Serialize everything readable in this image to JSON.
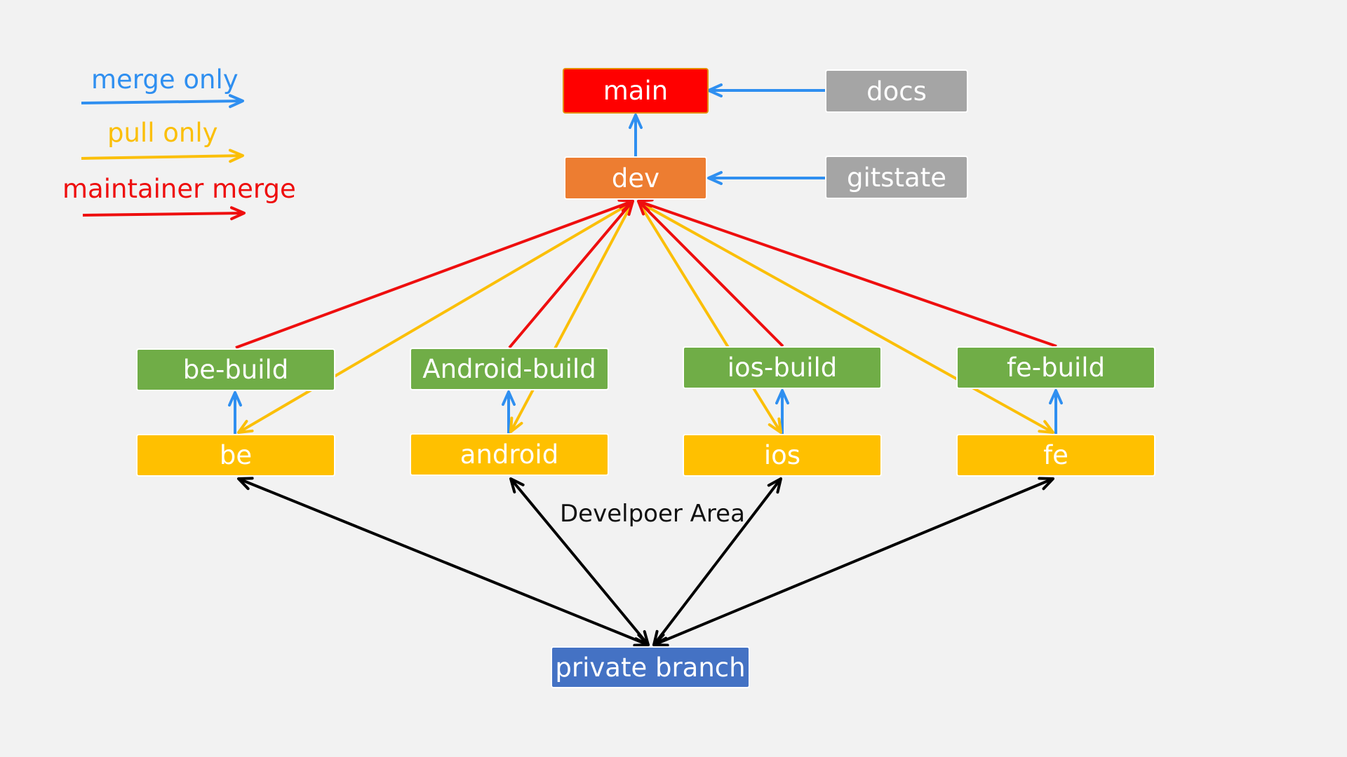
{
  "colors": {
    "merge_only": "#2f8ff0",
    "pull_only": "#fbbf08",
    "maintainer_merge": "#ee0e0e",
    "developer_link": "#000000",
    "main": "#ff0000",
    "dev": "#ed7d31",
    "side": "#a5a5a5",
    "build": "#70ad47",
    "feature": "#ffc000",
    "private": "#4472c4",
    "background": "#f2f2f2"
  },
  "legend": {
    "merge_only": "merge only",
    "pull_only": "pull only",
    "maintainer_merge": "maintainer merge"
  },
  "nodes": {
    "main": "main",
    "dev": "dev",
    "docs": "docs",
    "gitstate": "gitstate",
    "be_build": "be-build",
    "android_build": "Android-build",
    "ios_build": "ios-build",
    "fe_build": "fe-build",
    "be": "be",
    "android": "android",
    "ios": "ios",
    "fe": "fe",
    "private_branch": "private branch"
  },
  "area_label": "Develpoer Area",
  "edges": [
    {
      "from": "docs",
      "to": "main",
      "kind": "merge_only"
    },
    {
      "from": "gitstate",
      "to": "dev",
      "kind": "merge_only"
    },
    {
      "from": "dev",
      "to": "main",
      "kind": "merge_only"
    },
    {
      "from": "be",
      "to": "be-build",
      "kind": "merge_only"
    },
    {
      "from": "android",
      "to": "Android-build",
      "kind": "merge_only"
    },
    {
      "from": "ios",
      "to": "ios-build",
      "kind": "merge_only"
    },
    {
      "from": "fe",
      "to": "fe-build",
      "kind": "merge_only"
    },
    {
      "from": "dev",
      "to": "be",
      "kind": "pull_only"
    },
    {
      "from": "dev",
      "to": "android",
      "kind": "pull_only"
    },
    {
      "from": "dev",
      "to": "ios",
      "kind": "pull_only"
    },
    {
      "from": "dev",
      "to": "fe",
      "kind": "pull_only"
    },
    {
      "from": "be-build",
      "to": "dev",
      "kind": "maintainer_merge"
    },
    {
      "from": "Android-build",
      "to": "dev",
      "kind": "maintainer_merge"
    },
    {
      "from": "ios-build",
      "to": "dev",
      "kind": "maintainer_merge"
    },
    {
      "from": "fe-build",
      "to": "dev",
      "kind": "maintainer_merge"
    },
    {
      "from": "private branch",
      "to": "be",
      "kind": "bidirectional"
    },
    {
      "from": "private branch",
      "to": "android",
      "kind": "bidirectional"
    },
    {
      "from": "private branch",
      "to": "ios",
      "kind": "bidirectional"
    },
    {
      "from": "private branch",
      "to": "fe",
      "kind": "bidirectional"
    }
  ]
}
